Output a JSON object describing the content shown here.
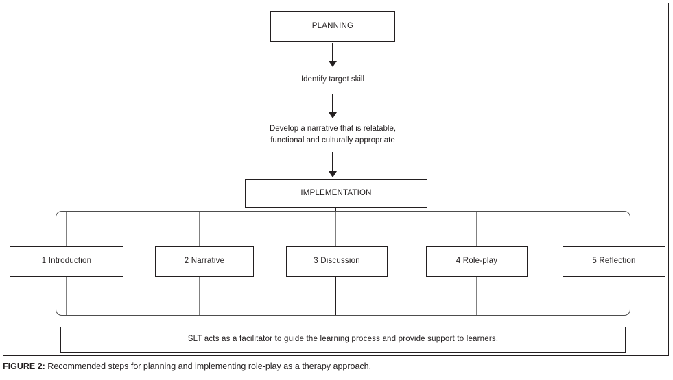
{
  "figure": {
    "caption_label": "FIGURE 2:",
    "caption_text": " Recommended steps for planning and implementing role-play as a therapy approach.",
    "border_color": "#231f20",
    "connector_color": "#4d4d4d"
  },
  "flow": {
    "planning_box": "PLANNING",
    "step_identify": "Identify target skill",
    "step_develop_line1": "Develop a narrative that is relatable,",
    "step_develop_line2": "functional and culturally appropriate",
    "implementation_box": "IMPLEMENTATION",
    "footer_box": "SLT acts as a facilitator to guide the learning process and provide support to learners."
  },
  "steps": [
    {
      "label": "1 Introduction"
    },
    {
      "label": "2 Narrative"
    },
    {
      "label": "3 Discussion"
    },
    {
      "label": "4 Role-play"
    },
    {
      "label": "5 Reflection"
    }
  ]
}
